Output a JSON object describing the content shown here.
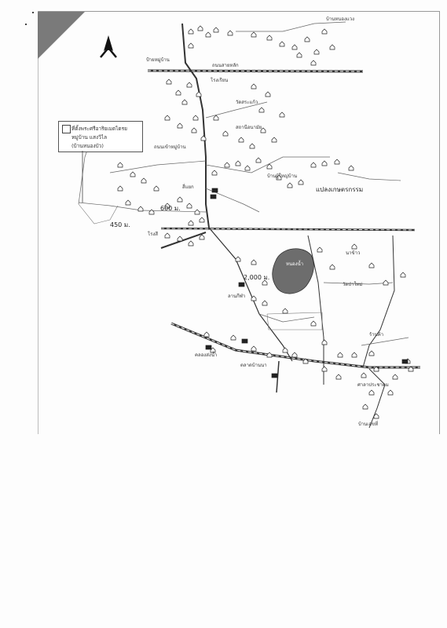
{
  "map": {
    "north_label": "N",
    "legend": {
      "line1": "ที่ตั้งพระศรีอาริยเมตไตรย",
      "line2": "หมู่บ้าน แสงวิไล",
      "line3": "(บ้านหนองบัว)"
    },
    "labels": {
      "top_right": "บ้านหนองแวง",
      "top_road": "ถนนสายหลัก",
      "sign": "ป้ายหมู่บ้าน",
      "school": "โรงเรียน",
      "temple": "วัดสระแก้ว",
      "health": "สถานีอนามัย",
      "village_head": "บ้านผู้ใหญ่บ้าน",
      "mid_right": "แปลงเกษตรกรรม",
      "dist_600": "600 ม.",
      "dist_2000": "2,000 ม.",
      "dist_450": "450 ม.",
      "pond": "หนองน้ำ",
      "right_temple": "วัดป่าใหม่",
      "right_farm": "นาข้าว",
      "bottom_market": "ตลาดบ้านนา",
      "bottom_right1": "ร้านค้า",
      "bottom_right2": "ศาลาประชาคม",
      "bottom_right3": "บ้านเลขที่",
      "left_mid": "สี่แยก",
      "rice_mill": "โรงสี",
      "road_center": "ถนนเข้าหมู่บ้าน",
      "canal": "คลองส่งน้ำ",
      "park": "ลานกีฬา"
    }
  },
  "colors": {
    "ink": "#222222",
    "road": "#444444",
    "pond": "#6d6d6d",
    "fold": "#7a7a7a"
  },
  "icons": {
    "house": "house-icon",
    "north_arrow": "north-arrow-icon",
    "legend_box": "checkbox-icon"
  }
}
